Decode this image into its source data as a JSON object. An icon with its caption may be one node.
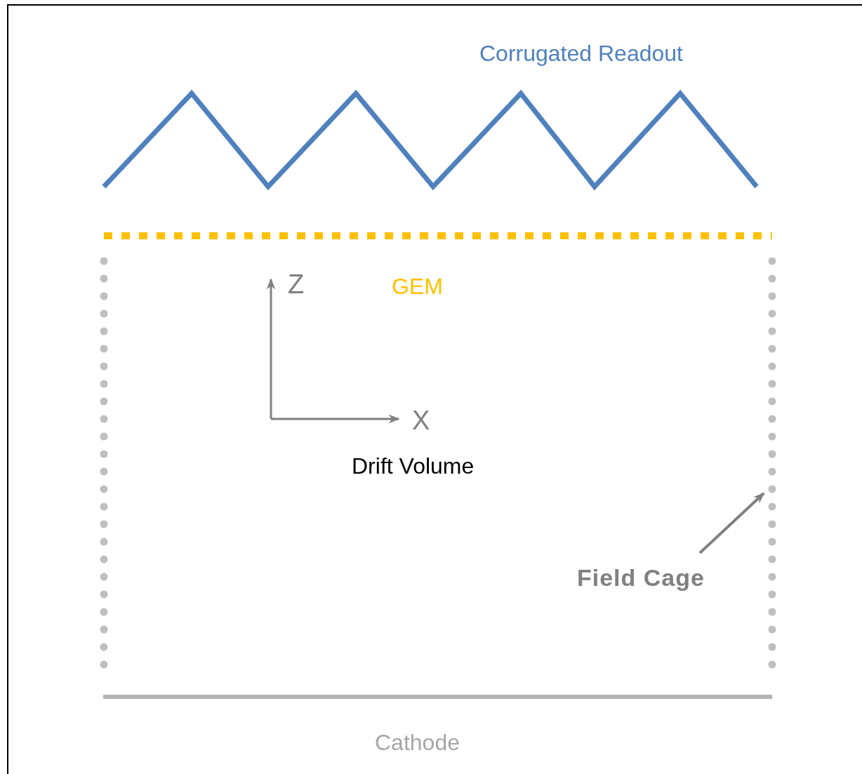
{
  "diagram": {
    "nodes": [
      {
        "text": [
          "Field Cage"
        ]
      },
      {
        "text": [],
        "shape": "box"
      }
    ],
    "edges": [
      {
        "from": 0,
        "to": 1,
        "arrow": "to"
      }
    ],
    "labels": [
      "Corrugated Readout",
      "GEM",
      "Z",
      "X",
      "Drift Volume",
      "Cathode"
    ]
  }
}
